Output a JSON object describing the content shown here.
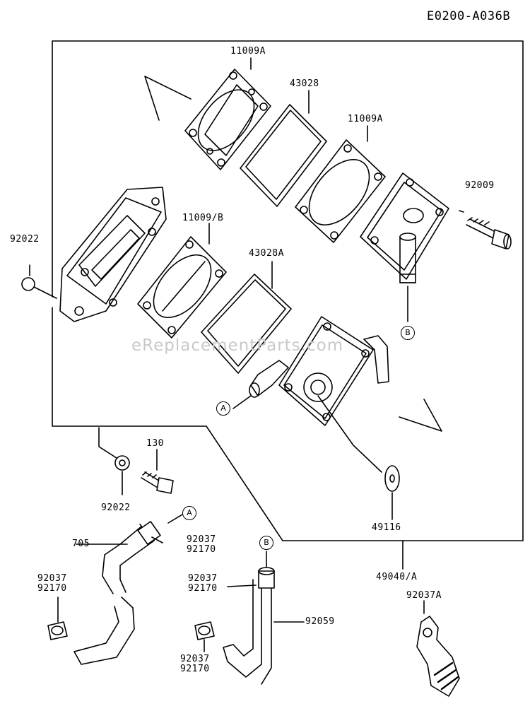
{
  "diagram_code": "E0200-A036B",
  "watermark": "eReplacementParts.com",
  "labels": {
    "l_11009A_top": "11009A",
    "l_43028": "43028",
    "l_11009A_right": "11009A",
    "l_92009": "92009",
    "l_92022_left": "92022",
    "l_11009B": "11009/B",
    "l_43028A": "43028A",
    "l_130": "130",
    "l_92022_bottom": "92022",
    "l_49116": "49116",
    "l_705": "705",
    "l_92037_a": "92037",
    "l_92170_a": "92170",
    "l_92037_b": "92037",
    "l_92170_b": "92170",
    "l_92037_c": "92037",
    "l_92170_c": "92170",
    "l_92059": "92059",
    "l_49040A": "49040/A",
    "l_92037A": "92037A",
    "l_92037_d": "92037",
    "l_92170_d": "92170"
  },
  "callouts": {
    "A1": "A",
    "B1": "B",
    "A2": "A",
    "B2": "B"
  },
  "colors": {
    "line": "#000000",
    "background": "#ffffff",
    "watermark": "#c9c9c9"
  }
}
